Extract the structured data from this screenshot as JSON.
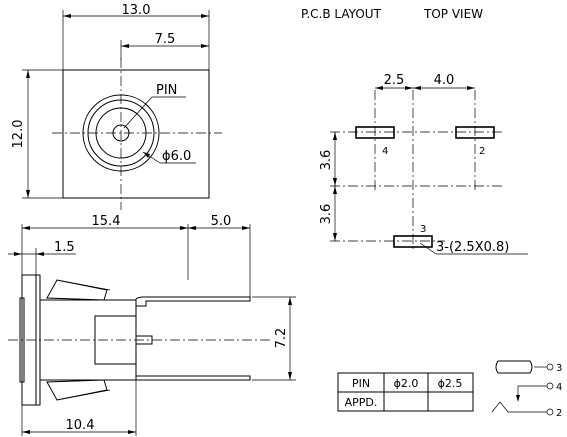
{
  "top_view": {
    "dim_width": "13.0",
    "dim_offset": "7.5",
    "dim_height": "12.0",
    "pin_label": "PIN",
    "dim_diameter": "ϕ6.0"
  },
  "side_view": {
    "dim_length": "15.4",
    "dim_pins": "5.0",
    "dim_flange": "1.5",
    "dim_pin_span": "7.2",
    "dim_base": "10.4"
  },
  "pcb_layout": {
    "title_left": "P.C.B LAYOUT",
    "title_right": "TOP VIEW",
    "dim_a": "2.5",
    "dim_b": "4.0",
    "dim_v1": "3.6",
    "dim_v2": "3.6",
    "pad_labels": [
      "4",
      "2",
      "3"
    ],
    "pad_note": "3-(2.5X0.8)"
  },
  "spec_table": {
    "headers": [
      "PIN",
      "ϕ2.0",
      "ϕ2.5"
    ],
    "row_label": "APPD.",
    "row_values": [
      "",
      ""
    ]
  },
  "schematic": {
    "labels": [
      "3",
      "4",
      "2"
    ]
  }
}
